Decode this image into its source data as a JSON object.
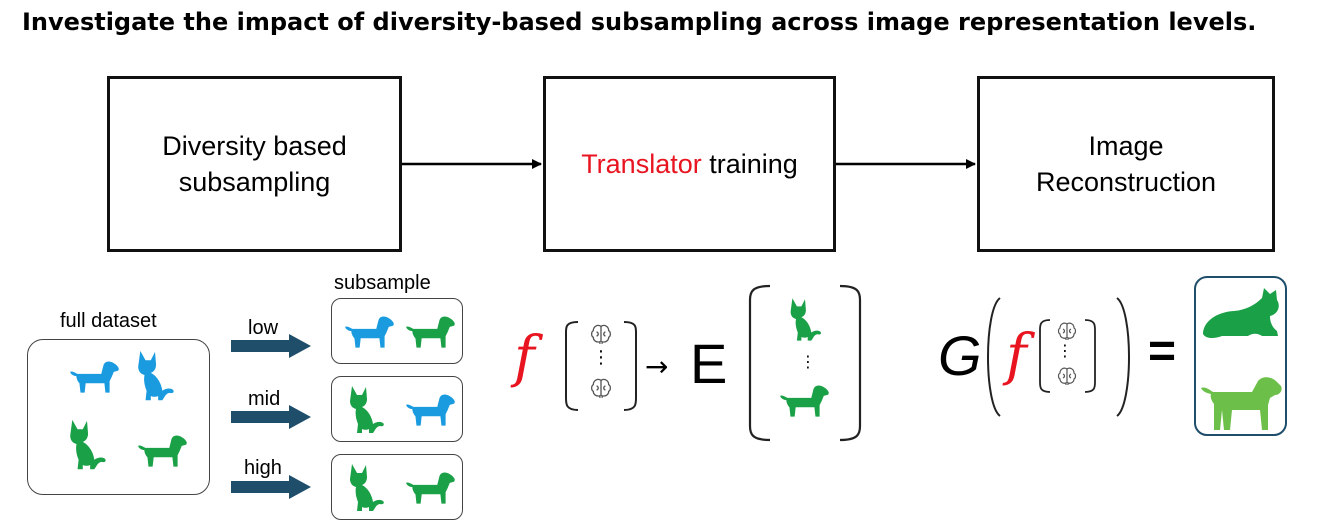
{
  "heading": "Investigate the impact of diversity-based subsampling across image representation levels.",
  "pipeline": {
    "stage1": {
      "line1": "Diversity based",
      "line2": "subsampling"
    },
    "stage2": {
      "highlight": "Translator",
      "rest": " training"
    },
    "stage3": {
      "line1": "Image",
      "line2": "Reconstruction"
    }
  },
  "left_panel": {
    "full_dataset_label": "full dataset",
    "subsample_label": "subsample",
    "levels": [
      "low",
      "mid",
      "high"
    ]
  },
  "equations": {
    "translator_symbol": "f",
    "arrow": "→",
    "encoder_symbol": "E",
    "generator_symbol": "G",
    "dots": "⋮",
    "equals": "="
  },
  "colors": {
    "accent_red": "#e8141f",
    "blue": "#1a9be0",
    "green": "#1aa046",
    "light_green": "#6cc04a",
    "arrow_fill": "#1f4e6b"
  },
  "icons": [
    "cat-icon",
    "dog-icon",
    "brain-icon",
    "arrow-icon"
  ]
}
